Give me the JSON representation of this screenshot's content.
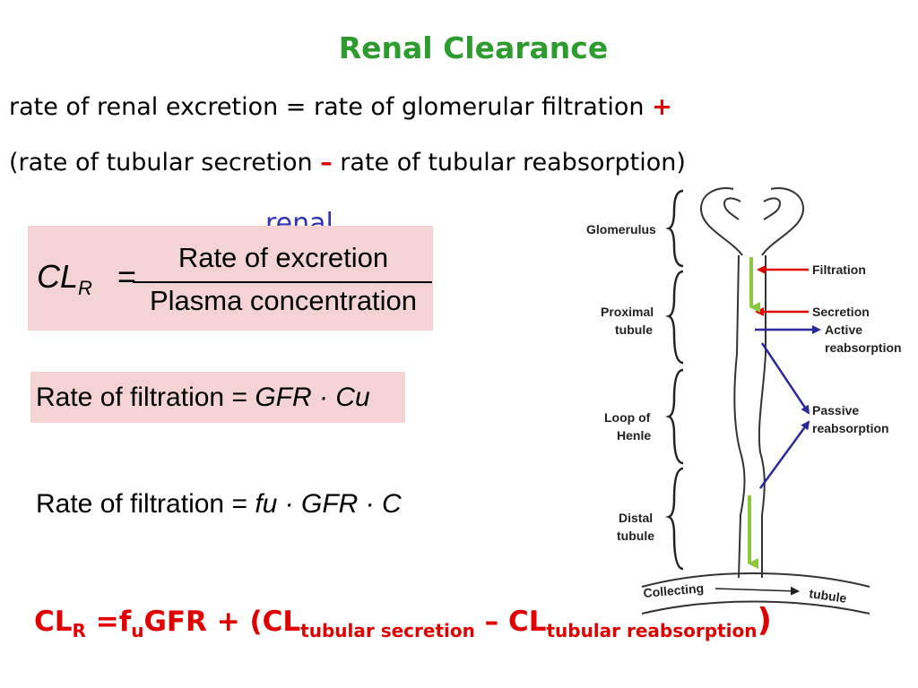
{
  "title": "Renal Clearance",
  "line1": {
    "text": "rate of renal excretion = rate of glomerular filtration",
    "operator": "+"
  },
  "line2": {
    "before": "(rate of tubular secretion",
    "operator": "–",
    "after": "rate of tubular reabsorption)"
  },
  "renal_subscript_label": "renal",
  "formula_clearance": {
    "lhs_symbol": "CL",
    "lhs_subscript": "R",
    "equals": "=",
    "numerator": "Rate of excretion",
    "denominator": "Plasma concentration"
  },
  "formula_filtration_1": {
    "label": "Rate of filtration",
    "equals": "=",
    "rhs": "GFR · Cu"
  },
  "formula_filtration_2": {
    "label": "Rate of filtration",
    "equals": "=",
    "rhs": "fu · GFR · C"
  },
  "final_equation": {
    "cl": "CL",
    "r_sub": "R",
    "eq_f": " =f",
    "u_sub": "u",
    "gfr_part": "GFR + (CL",
    "sec_sub": "tubular secretion",
    "minus_cl": " – CL",
    "reab_sub": "tubular reabsorption",
    "close": ")"
  },
  "diagram": {
    "segments": {
      "glomerulus": "Glomerulus",
      "proximal_1": "Proximal",
      "proximal_2": "tubule",
      "loop_1": "Loop of",
      "loop_2": "Henle",
      "distal_1": "Distal",
      "distal_2": "tubule"
    },
    "processes": {
      "filtration": "Filtration",
      "secretion": "Secretion",
      "active_1": "Active",
      "active_2": "reabsorption",
      "passive_1": "Passive",
      "passive_2": "reabsorption"
    },
    "collecting": "Collecting",
    "tubule": "tubule",
    "colors": {
      "filtration": "#e00000",
      "reabsorption": "#2a2a9a",
      "flow": "#8dc63f"
    }
  }
}
